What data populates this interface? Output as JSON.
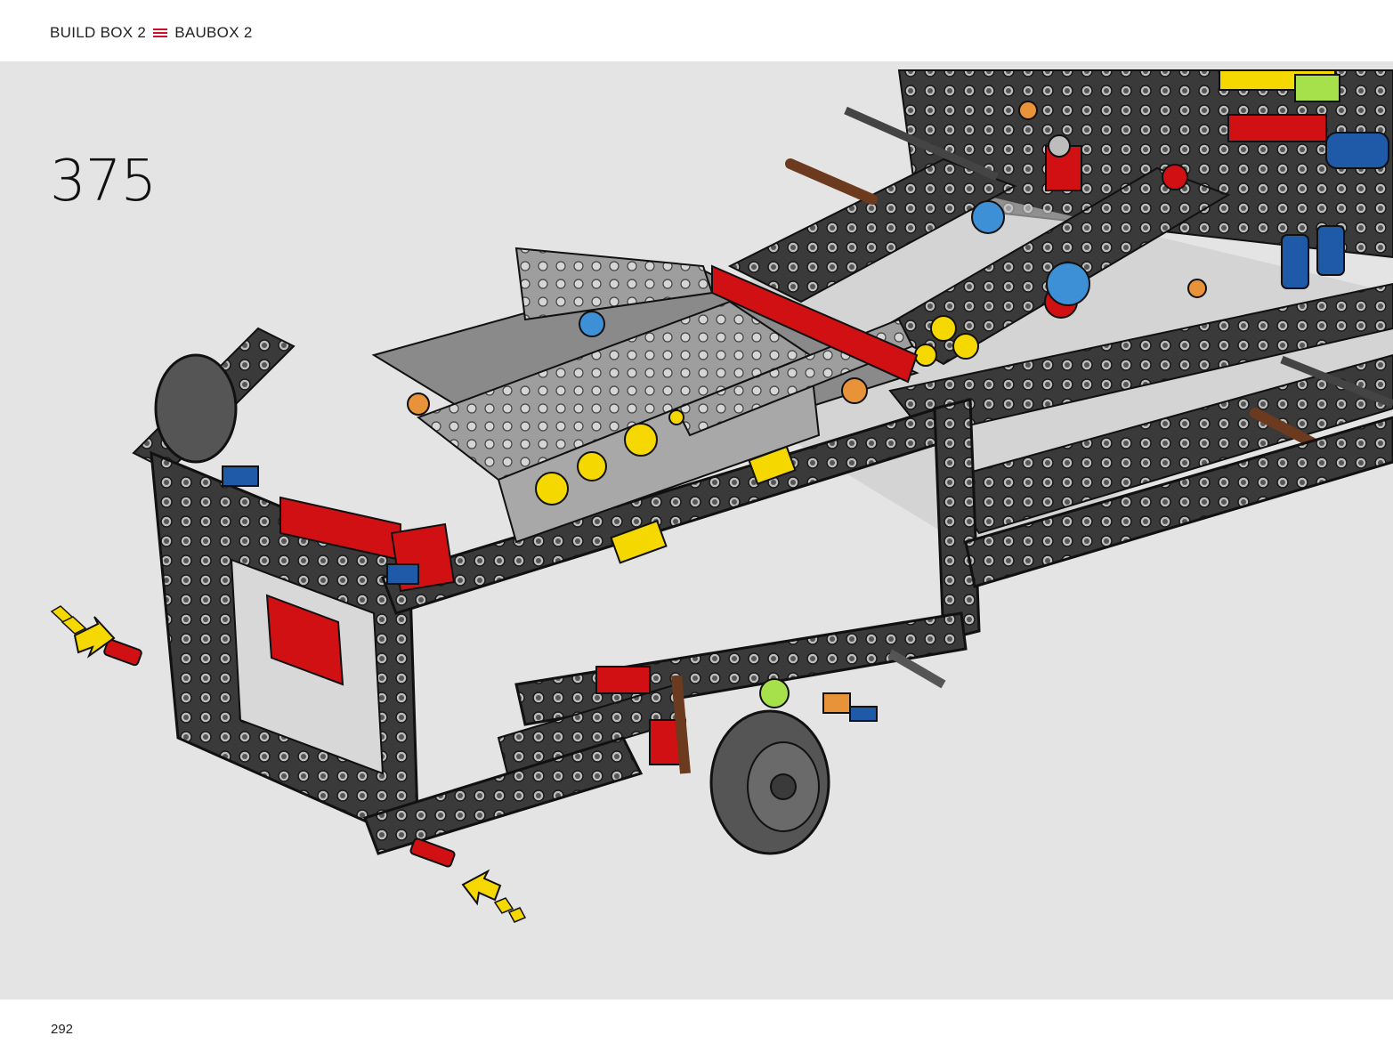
{
  "header": {
    "build_box_en": "BUILD BOX 2",
    "menu_icon": "three-bar-menu-icon",
    "build_box_de": "BAUBOX 2"
  },
  "step": {
    "number": "375"
  },
  "footer": {
    "page_number": "292"
  },
  "illustration": {
    "subject": "lego-technic-chassis-assembly",
    "arrow_icon": "yellow-insert-arrow-icon"
  },
  "colors": {
    "panel_background": "#e4e4e4",
    "accent_red": "#d0102a",
    "beam_dark": "#3a3a3a",
    "beam_light": "#9e9e9e",
    "part_red": "#d01012",
    "part_yellow": "#f5d800",
    "part_blue": "#1e5aa8",
    "part_orange": "#e8923a",
    "part_brown": "#6b3a1f"
  }
}
